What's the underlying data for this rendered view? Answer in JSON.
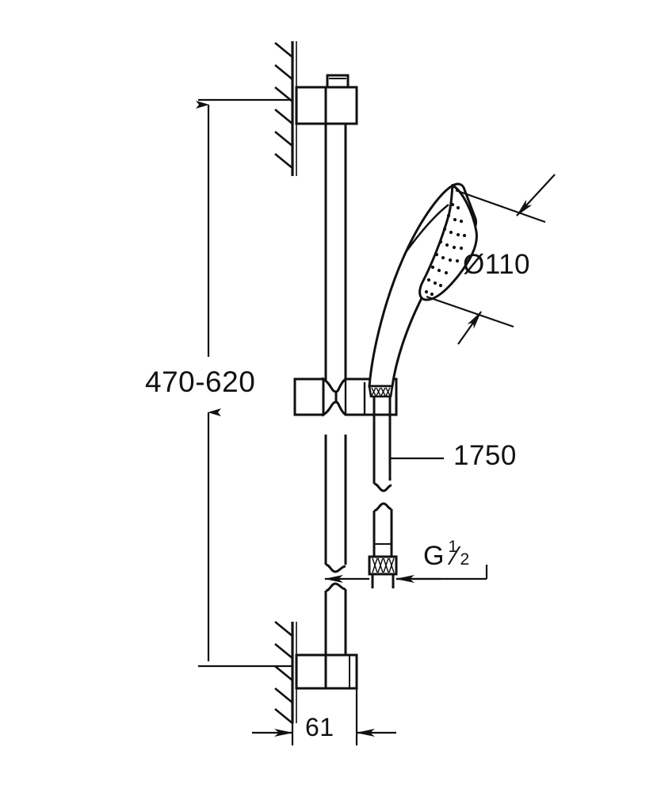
{
  "drawing": {
    "type": "technical-dimension-drawing",
    "subject": "wall-mounted shower rail set with handshower and hose",
    "units": "mm",
    "line_color": "#111111",
    "background_color": "#ffffff"
  },
  "dimensions": {
    "height_range": {
      "label": "470-620",
      "name": "rail-bracket-spacing",
      "orientation": "vertical",
      "arrows": "both-ends"
    },
    "shower_head_diameter": {
      "label": "Ø110",
      "name": "handshower-face-diameter",
      "orientation": "leader",
      "arrows": "both-ends"
    },
    "hose_length": {
      "label": "1750",
      "name": "shower-hose-length",
      "orientation": "leader",
      "arrows": "none"
    },
    "thread_size": {
      "g_letter": "G",
      "numerator": "1",
      "slash": "⁄",
      "denominator": "2",
      "name": "hose-connection-thread",
      "orientation": "horizontal",
      "arrows": "outward"
    },
    "wall_projection": {
      "label": "61",
      "name": "bracket-wall-projection",
      "orientation": "horizontal",
      "arrows": "inward"
    }
  },
  "components": {
    "wall_top": "hatched-wall-upper",
    "wall_bottom": "hatched-wall-lower",
    "bracket_top": "upper-wall-bracket",
    "bracket_bottom": "lower-wall-bracket",
    "rail": "slide-rail",
    "slider": "adjustable-slider-holder",
    "handshower": "handshower-with-spray-face",
    "hose": "flexible-shower-hose",
    "nut": "knurled-connection-nut"
  }
}
